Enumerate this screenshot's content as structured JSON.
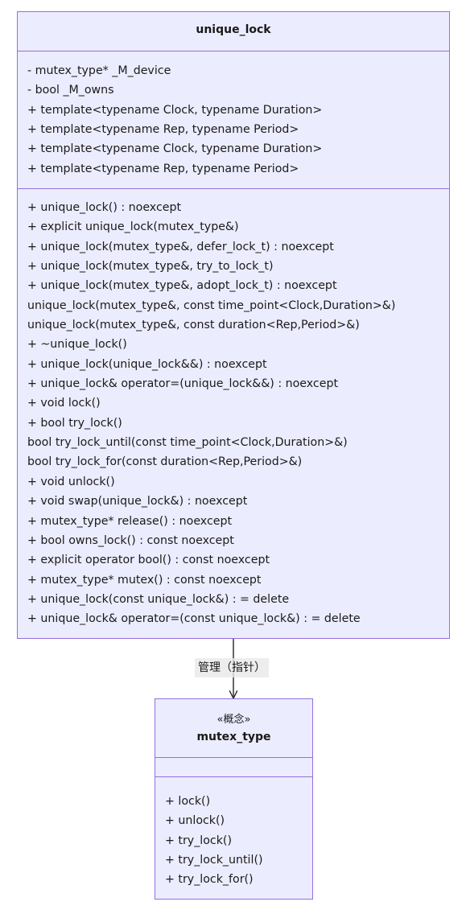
{
  "classes": {
    "unique_lock": {
      "name": "unique_lock",
      "attributes": [
        "- mutex_type* _M_device",
        "- bool _M_owns",
        "+ template<typename Clock, typename Duration>",
        "+ template<typename Rep, typename Period>",
        "+ template<typename Clock, typename Duration>",
        "+ template<typename Rep, typename Period>"
      ],
      "methods": [
        "+ unique_lock() : noexcept",
        "+ explicit unique_lock(mutex_type&)",
        "+ unique_lock(mutex_type&, defer_lock_t) : noexcept",
        "+ unique_lock(mutex_type&, try_to_lock_t)",
        "+ unique_lock(mutex_type&, adopt_lock_t) : noexcept",
        "unique_lock(mutex_type&, const time_point<Clock,Duration>&)",
        "unique_lock(mutex_type&, const duration<Rep,Period>&)",
        "+ ~unique_lock()",
        "+ unique_lock(unique_lock&&) : noexcept",
        "+ unique_lock& operator=(unique_lock&&) : noexcept",
        "+ void lock()",
        "+ bool try_lock()",
        "bool try_lock_until(const time_point<Clock,Duration>&)",
        "bool try_lock_for(const duration<Rep,Period>&)",
        "+ void unlock()",
        "+ void swap(unique_lock&) : noexcept",
        "+ mutex_type* release() : noexcept",
        "+ bool owns_lock() : const noexcept",
        "+ explicit operator bool() : const noexcept",
        "+ mutex_type* mutex() : const noexcept",
        "+ unique_lock(const unique_lock&) : = delete",
        "+ unique_lock& operator=(const unique_lock&) : = delete"
      ]
    },
    "mutex_type": {
      "stereotype": "«概念»",
      "name": "mutex_type",
      "attributes": [],
      "methods": [
        "+ lock()",
        "+ unlock()",
        "+ try_lock()",
        "+ try_lock_until()",
        "+ try_lock_for()"
      ]
    }
  },
  "relation": {
    "label": "管理（指针）"
  },
  "colors": {
    "box_fill": "#ECECFF",
    "box_border": "#9370DB",
    "line": "#333333",
    "label_bg": "#E8E8E8"
  }
}
